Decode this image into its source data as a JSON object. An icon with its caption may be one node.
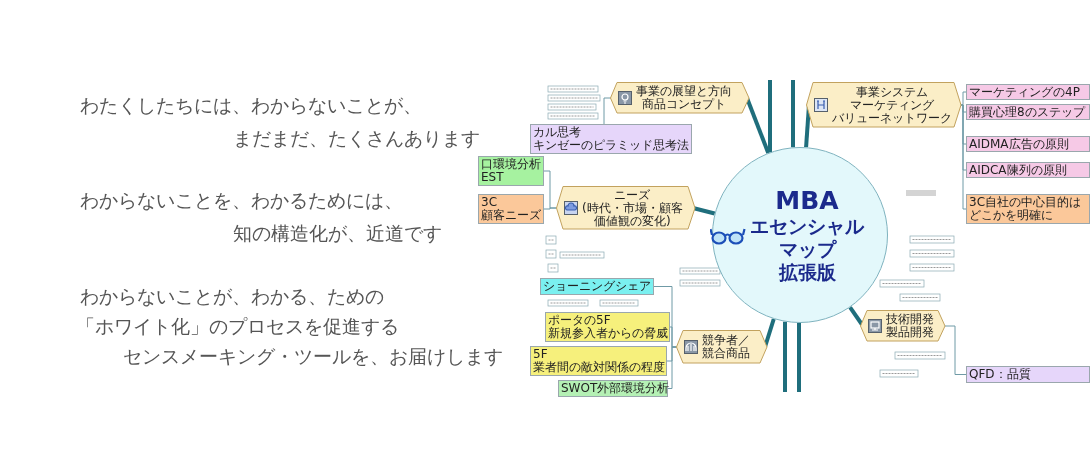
{
  "diagram": {
    "nodes": [
      {
        "text": [
          "MBA",
          "エセンシャルマップ拡張版"
        ]
      },
      {
        "text": [
          "事業の展望と方向商品コンセプト"
        ]
      },
      {
        "text": [
          "ニーズ(時代・市場・顧客価値観の変化)"
        ]
      },
      {
        "text": [
          "競争者／競合商品"
        ]
      },
      {
        "text": [
          "事業システムマーケティングバリューネットワーク"
        ]
      },
      {
        "text": [
          "技術開発製品開発"
        ]
      },
      {
        "text": [
          "マーケティングの4P"
        ]
      },
      {
        "text": [
          "購買心理8のステップ"
        ]
      },
      {
        "text": [
          "AIDMA広告の原則"
        ]
      },
      {
        "text": [
          "AIDCA陳列の原則"
        ]
      },
      {
        "text": [
          "3C自社の中心目的はどこかを明確に"
        ]
      },
      {
        "text": [
          "QFD：品質"
        ]
      },
      {
        "text": [
          "カル思考キンゼーのピラミッド思考法"
        ]
      },
      {
        "text": [
          "口環境分析EST"
        ]
      },
      {
        "text": [
          "3C顧客ニーズ"
        ]
      },
      {
        "text": [
          "ショーニングシェア"
        ]
      },
      {
        "text": [
          "ポータの5F新規参入者からの脅威"
        ]
      },
      {
        "text": [
          "5F業者間の敵対関係の程度"
        ]
      },
      {
        "text": [
          "SWOT外部環境分析"
        ]
      }
    ],
    "edges": [
      {
        "from": 0,
        "to": 1,
        "arrow": "none",
        "style": "thick"
      },
      {
        "from": 0,
        "to": 2,
        "arrow": "none",
        "style": "thick"
      },
      {
        "from": 0,
        "to": 3,
        "arrow": "none",
        "style": "thick"
      },
      {
        "from": 0,
        "to": 4,
        "arrow": "none",
        "style": "thick"
      },
      {
        "from": 0,
        "to": 5,
        "arrow": "none",
        "style": "thick"
      },
      {
        "from": 0,
        "to": null,
        "arrow": "none",
        "style": "thick"
      },
      {
        "from": 0,
        "to": null,
        "arrow": "none",
        "style": "thick"
      },
      {
        "from": 0,
        "to": null,
        "arrow": "none",
        "style": "thick"
      },
      {
        "from": 0,
        "to": null,
        "arrow": "none",
        "style": "thick"
      },
      {
        "from": 4,
        "to": 6,
        "arrow": "none"
      },
      {
        "from": 4,
        "to": 7,
        "arrow": "none"
      },
      {
        "from": 4,
        "to": 8,
        "arrow": "none"
      },
      {
        "from": 4,
        "to": 9,
        "arrow": "none"
      },
      {
        "from": 4,
        "to": 10,
        "arrow": "none"
      },
      {
        "from": 5,
        "to": 11,
        "arrow": "none"
      },
      {
        "from": 1,
        "to": 12,
        "arrow": "none"
      },
      {
        "from": 2,
        "to": 13,
        "arrow": "none"
      },
      {
        "from": 2,
        "to": 14,
        "arrow": "none"
      },
      {
        "from": 3,
        "to": 15,
        "arrow": "none"
      },
      {
        "from": 3,
        "to": 16,
        "arrow": "none"
      },
      {
        "from": 3,
        "to": 17,
        "arrow": "none"
      },
      {
        "from": 3,
        "to": 18,
        "arrow": "none"
      }
    ],
    "labels": [
      "わたくしたちには、わからないことが、",
      "まだまだ、たくさんあります",
      "わからないことを、わかるためには、",
      "知の構造化が、近道です",
      "わからないことが、わかる、ための",
      "「ホワイト化」のプロセスを促進する",
      "センスメーキング・ツールを、お届けします"
    ]
  }
}
